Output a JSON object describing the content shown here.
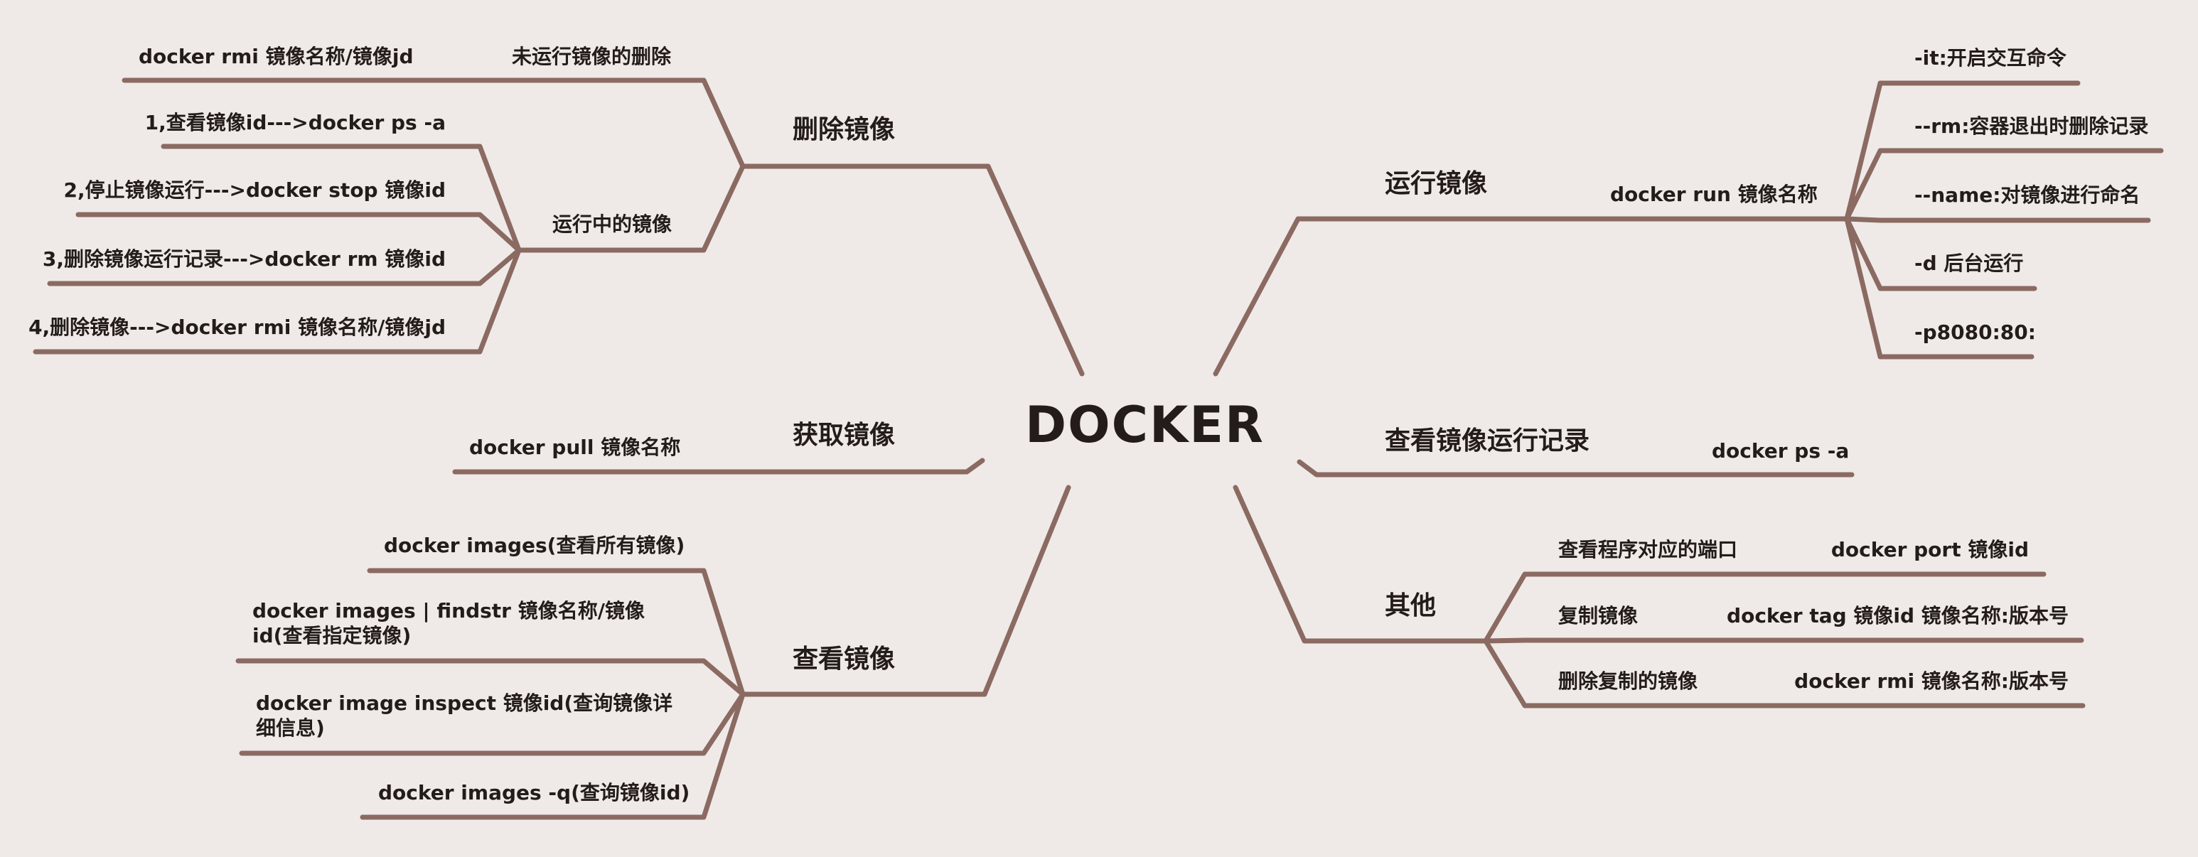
{
  "center": "DOCKER",
  "colors": {
    "background": "#efeae8",
    "line": "#8b6a62",
    "text": "#231c1a"
  },
  "branches": {
    "delete": {
      "label": "删除镜像",
      "not_running": {
        "label": "未运行镜像的删除",
        "item": "docker rmi 镜像名称/镜像jd"
      },
      "running": {
        "label": "运行中的镜像",
        "steps": [
          "1,查看镜像id--->docker ps -a",
          "2,停止镜像运行--->docker stop 镜像id",
          "3,删除镜像运行记录--->docker rm 镜像id",
          "4,删除镜像--->docker rmi 镜像名称/镜像jd"
        ]
      }
    },
    "get": {
      "label": "获取镜像",
      "item": "docker pull 镜像名称"
    },
    "view": {
      "label": "查看镜像",
      "items": [
        "docker images(查看所有镜像)",
        "docker images | findstr 镜像名称/镜像id(查看指定镜像)",
        "docker image inspect 镜像id(查询镜像详细信息)",
        "docker images -q(查询镜像id)"
      ]
    },
    "run": {
      "label": "运行镜像",
      "command": "docker run 镜像名称",
      "options": [
        "-it:开启交互命令",
        "--rm:容器退出时删除记录",
        "--name:对镜像进行命名",
        "-d 后台运行",
        "-p8080:80:"
      ]
    },
    "records": {
      "label": "查看镜像运行记录",
      "command": "docker ps -a"
    },
    "other": {
      "label": "其他",
      "items": [
        {
          "label": "查看程序对应的端口",
          "command": "docker port 镜像id"
        },
        {
          "label": "复制镜像",
          "command": "docker tag 镜像id 镜像名称:版本号"
        },
        {
          "label": "删除复制的镜像",
          "command": "docker rmi 镜像名称:版本号"
        }
      ]
    }
  }
}
